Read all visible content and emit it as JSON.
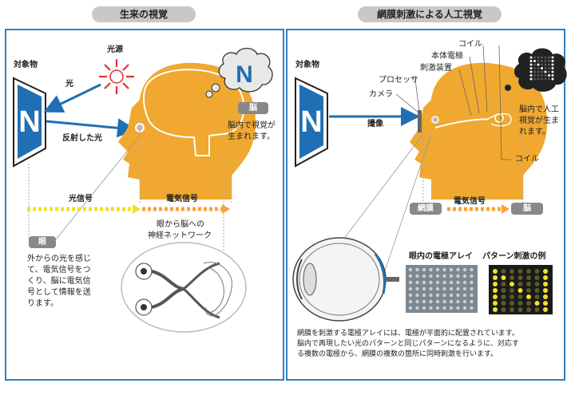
{
  "left": {
    "title": "生来の視覚",
    "object_label": "対象物",
    "letter": "N",
    "light_label": "光",
    "light_source_label": "光源",
    "reflected_label": "反射した光",
    "brain_tag": "脳",
    "brain_text": [
      "脳内で視覚が",
      "生まれます。"
    ],
    "optic_signal": "光信号",
    "electric_signal": "電気信号",
    "network_text": [
      "眼から脳への",
      "神経ネットワーク"
    ],
    "eye_tag": "眼",
    "eye_text": [
      "外からの光を感じ",
      "て、電気信号をつ",
      "くり、脳に電気信",
      "号として情報を送",
      "ります。"
    ]
  },
  "right": {
    "title": "網膜刺激による人工視覚",
    "object_label": "対象物",
    "letter": "N",
    "coil_top": "コイル",
    "body_electrode": "本体電極",
    "stimulator": "刺激装置",
    "processor": "プロセッサ",
    "camera": "カメラ",
    "imaging": "撮像",
    "brain_text": [
      "脳内で人工",
      "視覚が生ま",
      "れます。"
    ],
    "coil_bottom": "コイル",
    "retina_tag": "網膜",
    "electric_signal": "電気信号",
    "brain_tag": "脳",
    "array_label": "眼内の電極アレイ",
    "pattern_label": "パターン刺激の例",
    "desc": [
      "網膜を刺激する電極アレイには、電極が平面的に配置されています。",
      "脳内で再現したい光のパターンと同じパターンになるように、対応す",
      "る複数の電極から、網膜の複数の箇所に同時刺激を行います。"
    ]
  },
  "colors": {
    "border": "#2f7fbf",
    "arrow_blue": "#1f6fb2",
    "head_orange": "#f0a830",
    "signal_yellow": "#f2e02a",
    "signal_orange": "#f5a43a",
    "tag_gray": "#888888",
    "light_red": "#e53030"
  }
}
